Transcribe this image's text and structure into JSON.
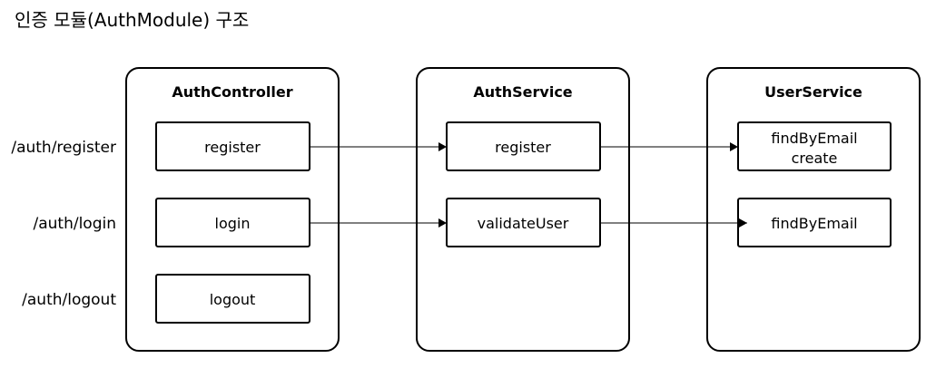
{
  "title": "인증 모듈(AuthModule) 구조",
  "routes": [
    "/auth/register",
    "/auth/login",
    "/auth/logout"
  ],
  "modules": [
    {
      "name": "AuthController",
      "methods": [
        [
          "register"
        ],
        [
          "login"
        ],
        [
          "logout"
        ]
      ]
    },
    {
      "name": "AuthService",
      "methods": [
        [
          "register"
        ],
        [
          "validateUser"
        ]
      ]
    },
    {
      "name": "UserService",
      "methods": [
        [
          "findByEmail",
          "create"
        ],
        [
          "findByEmail"
        ]
      ]
    }
  ]
}
